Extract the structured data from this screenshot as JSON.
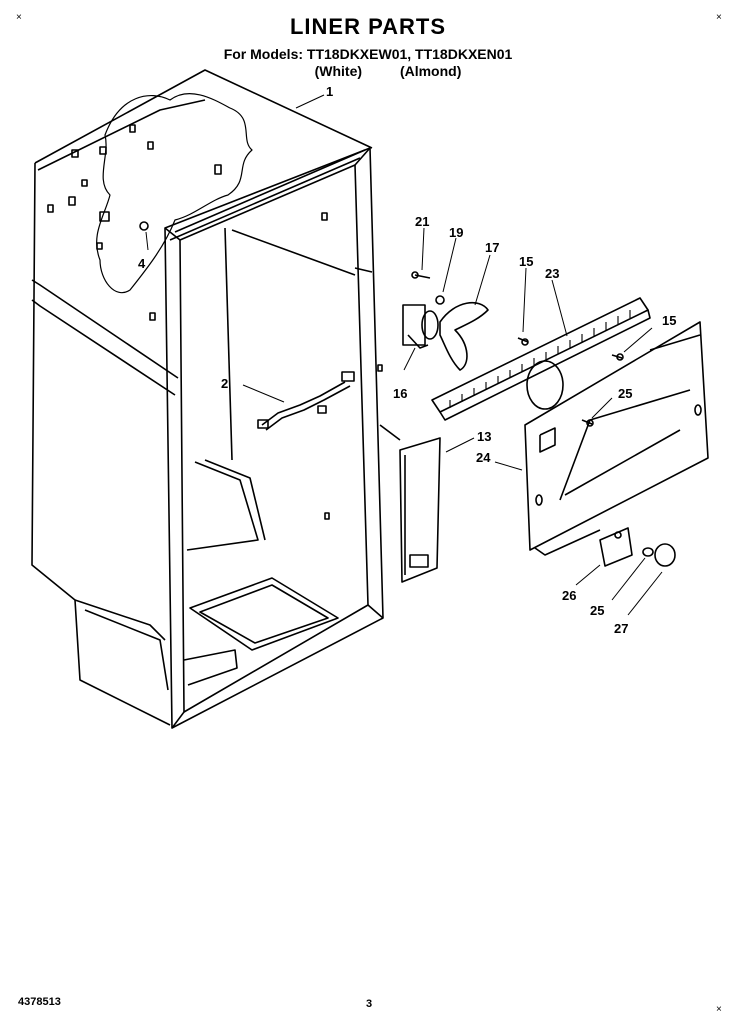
{
  "header": {
    "title": "LINER PARTS",
    "models_line": "For Models: TT18DKXEW01, TT18DKXEN01",
    "color_white": "(White)",
    "color_almond": "(Almond)"
  },
  "footer": {
    "doc_number": "4378513",
    "page_number": "3"
  },
  "callouts": {
    "c1": "1",
    "c2": "2",
    "c4": "4",
    "c13": "13",
    "c15a": "15",
    "c15b": "15",
    "c16": "16",
    "c17": "17",
    "c19": "19",
    "c21": "21",
    "c23": "23",
    "c24": "24",
    "c25a": "25",
    "c25b": "25",
    "c26": "26",
    "c27": "27"
  }
}
